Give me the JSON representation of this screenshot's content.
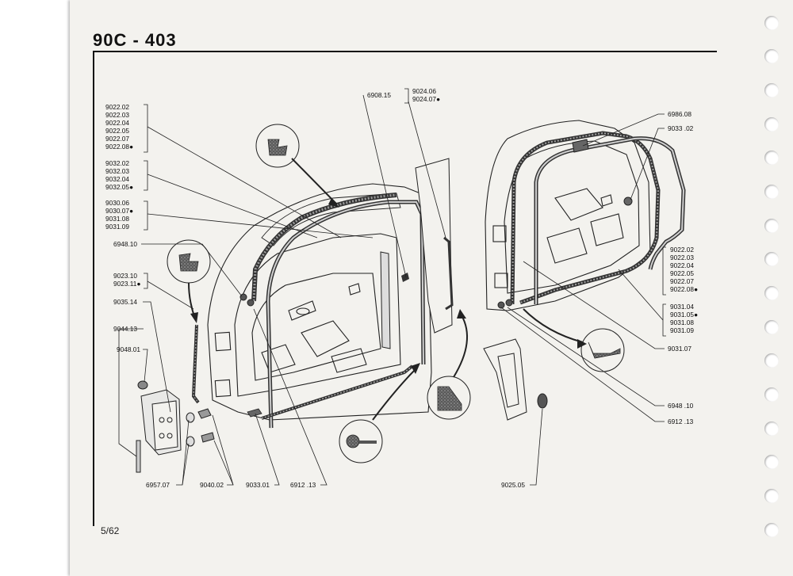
{
  "page": {
    "title": "90C - 403",
    "page_number": "5/62"
  },
  "callouts": {
    "g_9022_left": [
      "9022.02",
      "9022.03",
      "9022.04",
      "9022.05",
      "9022.07",
      "9022.08●"
    ],
    "g_9032": [
      "9032.02",
      "9032.03",
      "9032.04",
      "9032.05●"
    ],
    "g_9030": [
      "9030.06",
      "9030.07●",
      "9031.08",
      "9031.09"
    ],
    "p_6948_left": "6948.10",
    "g_9023": [
      "9023.10",
      "9023.11●"
    ],
    "p_9035": "9035.14",
    "p_9044": "9044.13",
    "p_9048": "9048.01",
    "p_6957": "6957.07",
    "p_9040": "9040.02",
    "p_9033_bottom": "9033.01",
    "p_6912_left": "6912 .13",
    "p_6908": "6908.15",
    "g_9024": [
      "9024.06",
      "9024.07●"
    ],
    "p_6986": "6986.08",
    "p_9033_right": "9033 .02",
    "g_9022_right": [
      "9022.02",
      "9022.03",
      "9022.04",
      "9022.05",
      "9022.07",
      "9022.08●"
    ],
    "g_9031_right": [
      "9031.04",
      "9031.05●",
      "9031.08",
      "9031.09"
    ],
    "p_9031_07": "9031.07",
    "p_6948_right": "6948 .10",
    "p_6912_right": "6912 .13",
    "p_9025": "9025.05"
  },
  "colors": {
    "ink": "#111111",
    "paper": "#f3f2ee",
    "seal_fill": "#6a6a6a",
    "seal_pattern": "#9a9a9a"
  }
}
